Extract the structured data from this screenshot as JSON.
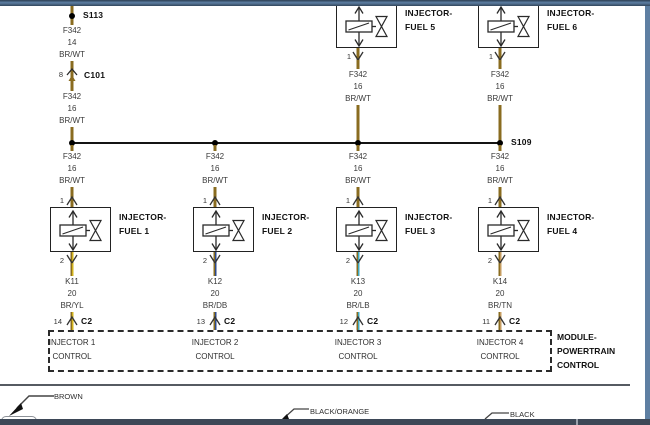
{
  "top_left": {
    "splice": "S113",
    "wire_above": {
      "circuit": "F342",
      "gauge": "14",
      "color": "BR/WT"
    },
    "conn_pin": "8",
    "connector": "C101",
    "wire_below": {
      "circuit": "F342",
      "gauge": "16",
      "color": "BR/WT"
    }
  },
  "bus": {
    "splice": "S109"
  },
  "top_injectors": [
    {
      "name1": "INJECTOR-",
      "name2": "FUEL 5",
      "pin": "1",
      "wire": {
        "circuit": "F342",
        "gauge": "16",
        "color": "BR/WT"
      }
    },
    {
      "name1": "INJECTOR-",
      "name2": "FUEL 6",
      "pin": "1",
      "wire": {
        "circuit": "F342",
        "gauge": "16",
        "color": "BR/WT"
      }
    }
  ],
  "main_injectors": [
    {
      "feed": {
        "circuit": "F342",
        "gauge": "16",
        "color": "BR/WT"
      },
      "pin_top": "1",
      "name1": "INJECTOR-",
      "name2": "FUEL 1",
      "pin_bottom": "2",
      "out": {
        "circuit": "K11",
        "gauge": "20",
        "color": "BR/YL"
      },
      "pcm_pin": "14",
      "pcm_connector": "C2",
      "ctrl1": "INJECTOR 1",
      "ctrl2": "CONTROL"
    },
    {
      "feed": {
        "circuit": "F342",
        "gauge": "16",
        "color": "BR/WT"
      },
      "pin_top": "1",
      "name1": "INJECTOR-",
      "name2": "FUEL 2",
      "pin_bottom": "2",
      "out": {
        "circuit": "K12",
        "gauge": "20",
        "color": "BR/DB"
      },
      "pcm_pin": "13",
      "pcm_connector": "C2",
      "ctrl1": "INJECTOR 2",
      "ctrl2": "CONTROL"
    },
    {
      "feed": {
        "circuit": "F342",
        "gauge": "16",
        "color": "BR/WT"
      },
      "pin_top": "1",
      "name1": "INJECTOR-",
      "name2": "FUEL 3",
      "pin_bottom": "2",
      "out": {
        "circuit": "K13",
        "gauge": "20",
        "color": "BR/LB"
      },
      "pcm_pin": "12",
      "pcm_connector": "C2",
      "ctrl1": "INJECTOR 3",
      "ctrl2": "CONTROL"
    },
    {
      "feed": {
        "circuit": "F342",
        "gauge": "16",
        "color": "BR/WT"
      },
      "pin_top": "1",
      "name1": "INJECTOR-",
      "name2": "FUEL 4",
      "pin_bottom": "2",
      "out": {
        "circuit": "K14",
        "gauge": "20",
        "color": "BR/TN"
      },
      "pcm_pin": "11",
      "pcm_connector": "C2",
      "ctrl1": "INJECTOR 4",
      "ctrl2": "CONTROL"
    }
  ],
  "module": {
    "name1": "MODULE-",
    "name2": "POWERTRAIN",
    "name3": "CONTROL"
  },
  "legend": {
    "items": [
      {
        "label": "BROWN"
      },
      {
        "label": "BLACK/ORANGE"
      },
      {
        "label": "BLACK"
      }
    ]
  },
  "colors": {
    "wire_brown": "#8a6c20",
    "stripe_yellow": "#d2b31c",
    "stripe_dark_blue": "#2c4a8e",
    "stripe_light_blue": "#3fa9bf",
    "stripe_tan": "#c59c60",
    "top_bar": "#5d7fa3",
    "bottom_bar": "#3d4857",
    "side_strip": "#5e7fa2"
  }
}
